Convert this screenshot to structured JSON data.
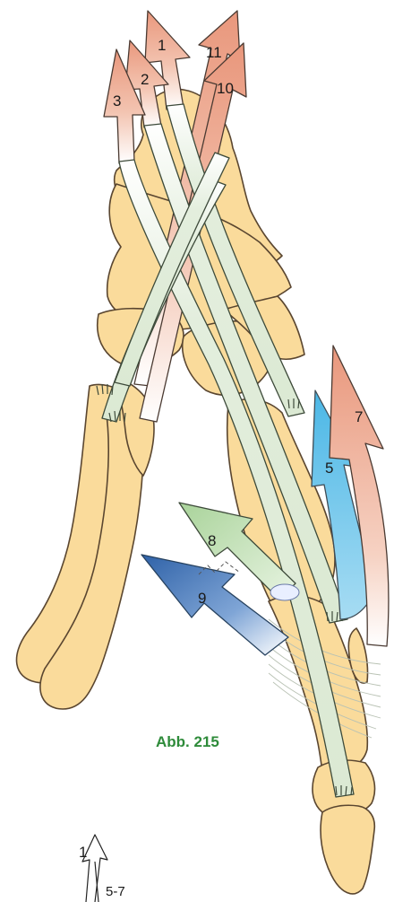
{
  "figure": {
    "caption": "Abb. 215"
  },
  "labels": {
    "l1": "1",
    "l2": "2",
    "l3": "3",
    "l5": "5",
    "l7": "7",
    "l8": "8",
    "l9": "9",
    "l10": "10",
    "l11": "11"
  },
  "legend": {
    "arrow_a": "1",
    "arrow_b": "5-7"
  },
  "colors": {
    "bone": "#fadb9b",
    "bone_outline": "#5a4630",
    "tendon": "#e3eedd",
    "tendon_outline": "#3d4a3a",
    "arrow_salmon": "#e9977c",
    "arrow_blue_light": "#4bb7e6",
    "arrow_green": "#a9d39a",
    "arrow_blue_dark": "#3f72b3",
    "caption": "#2e8b3a"
  },
  "icons": {
    "legend_arrow_a": "hollow-arrow-icon",
    "legend_arrow_b": "hollow-arrow-icon"
  }
}
